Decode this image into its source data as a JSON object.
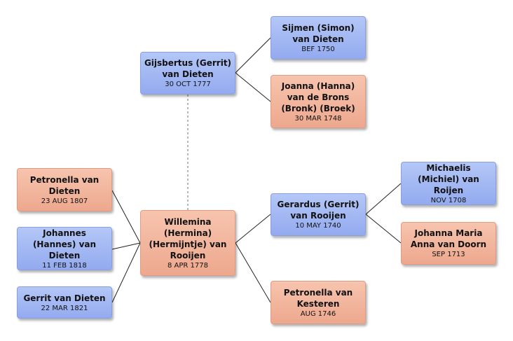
{
  "colors": {
    "male_box": "#a3b8f3",
    "female_box": "#f2b59c",
    "connector": "#222222",
    "dashed_connector": "#888888"
  },
  "people": {
    "gijsbertus": {
      "name": "Gijsbertus (Gerrit) van Dieten",
      "date": "30 OCT 1777",
      "sex": "male"
    },
    "sijmen": {
      "name": "Sijmen (Simon) van Dieten",
      "date": "BEF 1750",
      "sex": "male"
    },
    "joanna": {
      "name": "Joanna (Hanna) van de Brons (Bronk) (Broek)",
      "date": "30 MAR 1748",
      "sex": "female"
    },
    "petronella_dieten": {
      "name": "Petronella van Dieten",
      "date": "23 AUG 1807",
      "sex": "female"
    },
    "johannes": {
      "name": "Johannes (Hannes) van Dieten",
      "date": "11 FEB 1818",
      "sex": "male"
    },
    "gerrit_dieten": {
      "name": "Gerrit van Dieten",
      "date": "22 MAR 1821",
      "sex": "male"
    },
    "willemina": {
      "name": "Willemina (Hermina) (Hermijntje) van Rooijen",
      "date": "8 APR 1778",
      "sex": "female"
    },
    "gerardus": {
      "name": "Gerardus (Gerrit) van Rooijen",
      "date": "10 MAY 1740",
      "sex": "male"
    },
    "petronella_kesteren": {
      "name": "Petronella van Kesteren",
      "date": "AUG 1746",
      "sex": "female"
    },
    "michaelis": {
      "name": "Michaelis (Michiel) van Roijen",
      "date": "NOV 1708",
      "sex": "male"
    },
    "johanna_maria": {
      "name": "Johanna Maria Anna van Doorn",
      "date": "SEP 1713",
      "sex": "female"
    }
  }
}
